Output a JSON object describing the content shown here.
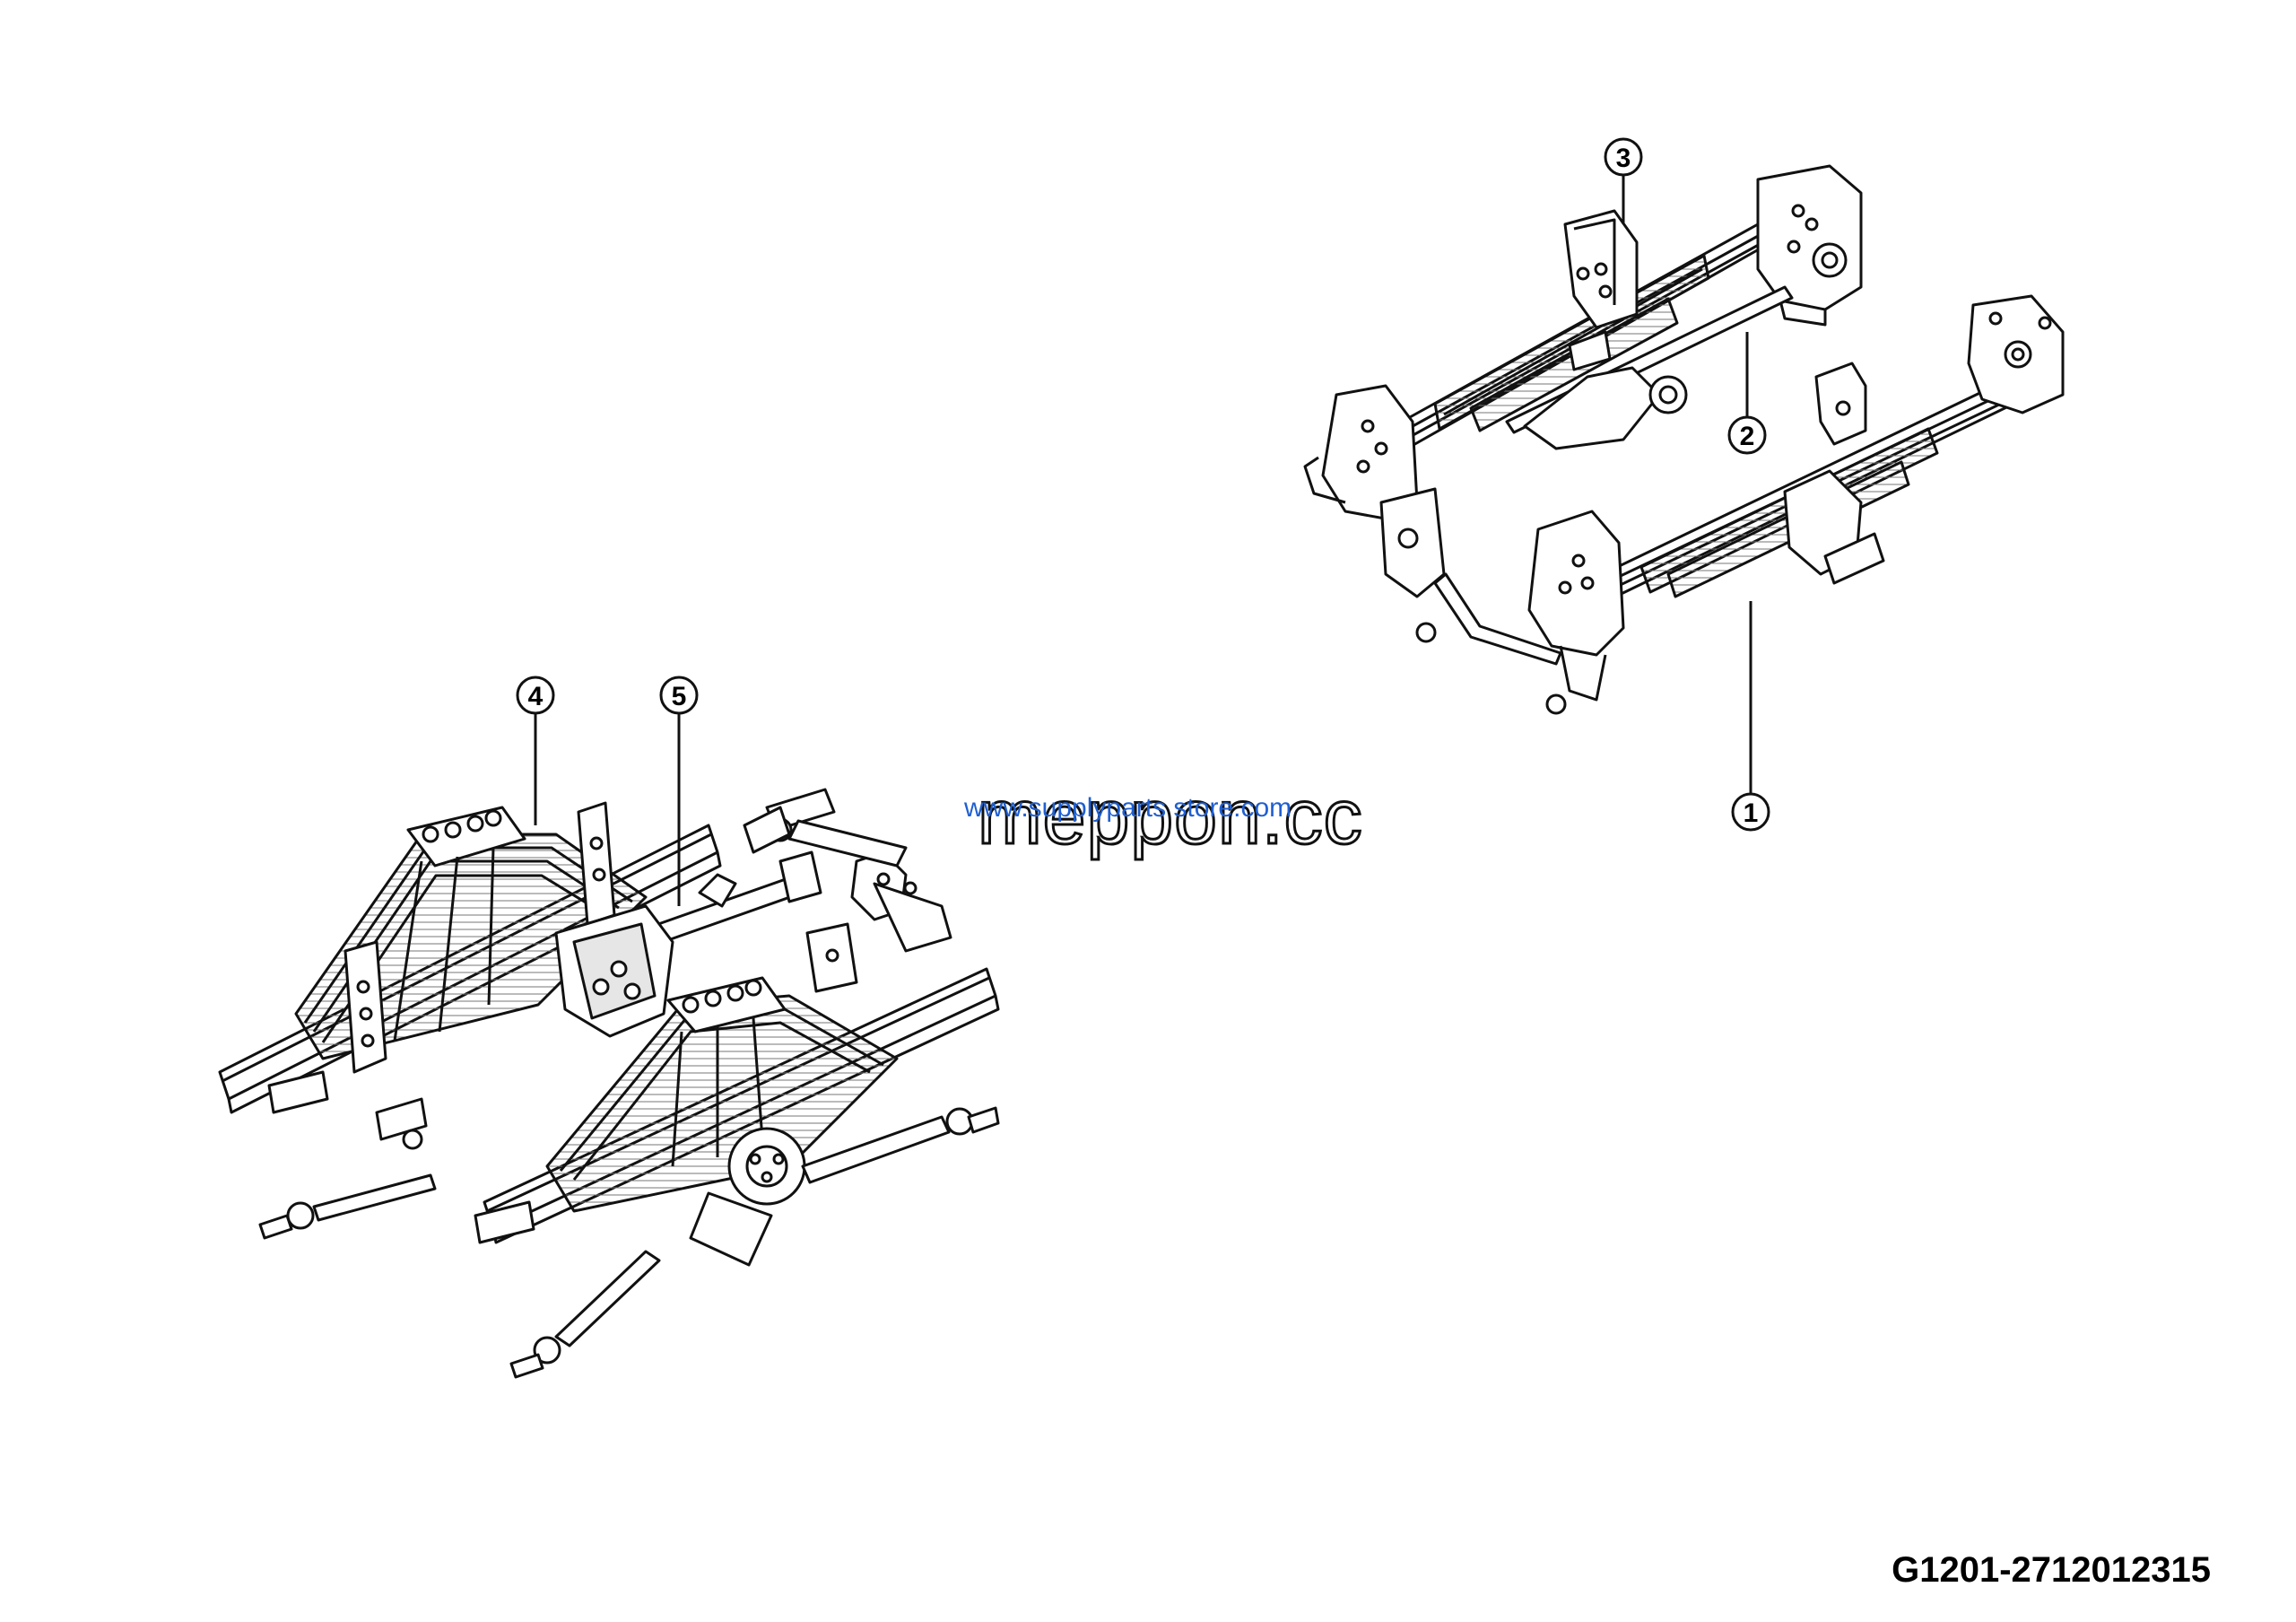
{
  "callouts": [
    {
      "id": "1",
      "label": "1"
    },
    {
      "id": "2",
      "label": "2"
    },
    {
      "id": "3",
      "label": "3"
    },
    {
      "id": "4",
      "label": "4"
    },
    {
      "id": "5",
      "label": "5"
    }
  ],
  "watermark": {
    "main": "meppon.cc",
    "url": "www.supplyparts store.com"
  },
  "diagram_code": "G1201-2712012315",
  "colors": {
    "line": "#111111",
    "fill": "#ffffff",
    "shade": "#d9d9d9",
    "watermark_url": "#1f5fd1"
  }
}
